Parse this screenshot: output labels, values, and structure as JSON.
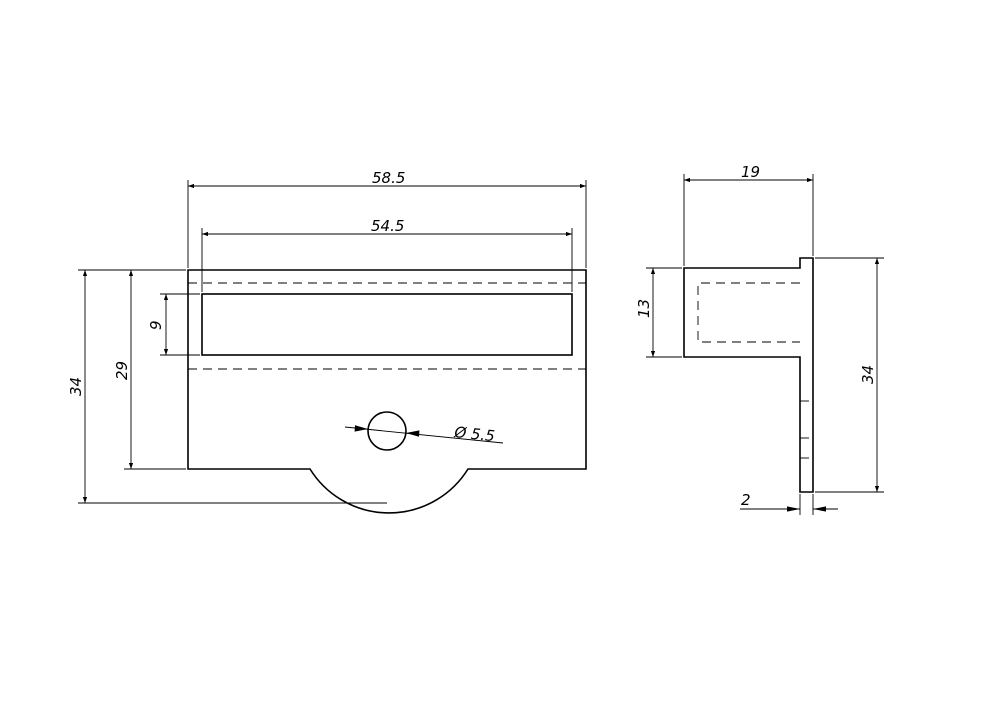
{
  "front_view": {
    "dim_overall_width": "58.5",
    "dim_inner_width": "54.5",
    "dim_slot_height": "9",
    "dim_body_height": "29",
    "dim_total_height": "34",
    "dim_hole_diameter": "Ø 5.5"
  },
  "side_view": {
    "dim_depth": "19",
    "dim_tab_height": "13",
    "dim_total_height": "34",
    "dim_plate_thickness": "2"
  }
}
